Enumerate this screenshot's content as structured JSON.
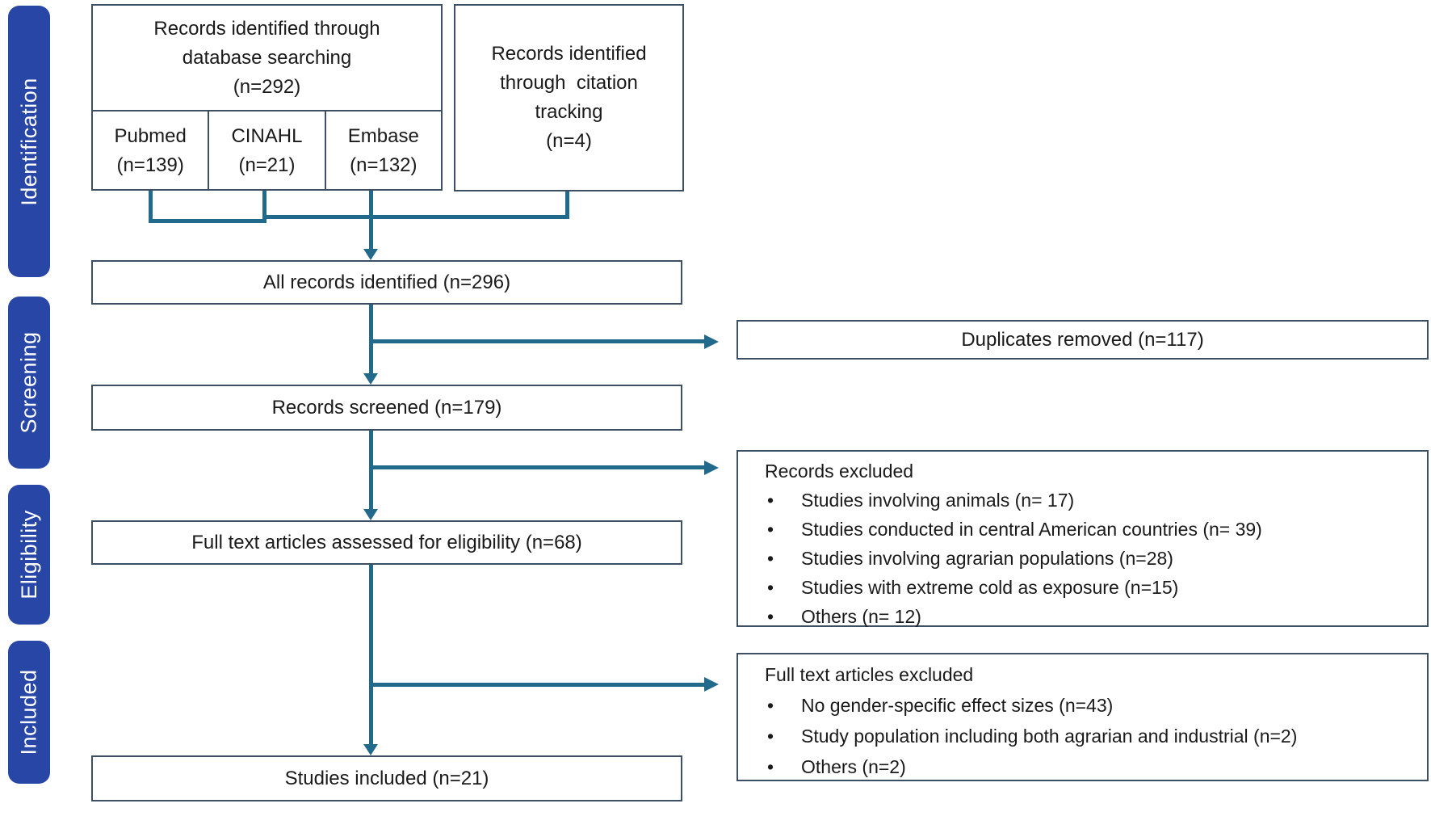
{
  "sidebar": {
    "stages": [
      {
        "label": "Identification"
      },
      {
        "label": "Screening"
      },
      {
        "label": "Eligibility"
      },
      {
        "label": "Included"
      }
    ]
  },
  "identification": {
    "database_box": {
      "title": "Records identified through\ndatabase searching\n(n=292)",
      "sources": [
        {
          "name": "Pubmed\n(n=139)"
        },
        {
          "name": "CINAHL\n(n=21)"
        },
        {
          "name": "Embase\n(n=132)"
        }
      ]
    },
    "citation_box": {
      "text": "Records identified\nthrough  citation\ntracking\n(n=4)"
    }
  },
  "flow": {
    "all_records": "All records identified (n=296)",
    "records_screened": "Records screened (n=179)",
    "full_text_assessed": "Full text articles assessed for eligibility (n=68)",
    "studies_included": "Studies included (n=21)"
  },
  "exclusions": {
    "duplicates": "Duplicates removed (n=117)",
    "records_excluded": {
      "title": "Records excluded",
      "items": [
        "Studies involving animals (n= 17)",
        "Studies conducted in central American countries (n= 39)",
        "Studies involving agrarian populations (n=28)",
        "Studies with extreme cold as exposure (n=15)",
        "Others (n= 12)"
      ]
    },
    "full_text_excluded": {
      "title": "Full text articles excluded",
      "items": [
        "No gender-specific effect sizes (n=43)",
        "Study population including both agrarian and industrial (n=2)",
        "Others (n=2)"
      ]
    }
  },
  "colors": {
    "stage_pill": "#2746a6",
    "box_border": "#3c4f63",
    "connector": "#226a8c"
  }
}
